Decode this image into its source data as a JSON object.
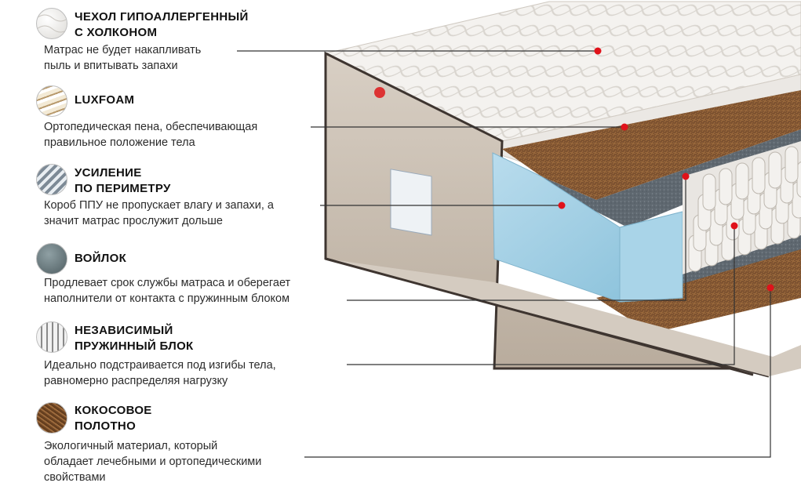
{
  "features": [
    {
      "id": "cover",
      "icon": "quilted-fabric-icon",
      "title": [
        "ЧЕХОЛ ГИПОАЛЛЕРГЕННЫЙ",
        "С ХОЛКОНОМ"
      ],
      "desc": [
        "Матрас не будет накапливать",
        "пыль и впитывать запахи"
      ]
    },
    {
      "id": "luxfoam",
      "icon": "foam-layers-icon",
      "title": [
        "LUXFOAM"
      ],
      "desc": [
        "Ортопедическая пена, обеспечивающая",
        "правильное положение тела"
      ]
    },
    {
      "id": "perimeter",
      "icon": "perimeter-frame-icon",
      "title": [
        "УСИЛЕНИЕ",
        "ПО ПЕРИМЕТРУ"
      ],
      "desc": [
        "Короб ППУ не пропускает влагу и запахи, а",
        "значит матрас прослужит дольше"
      ]
    },
    {
      "id": "felt",
      "icon": "felt-icon",
      "title": [
        "ВОЙЛОК"
      ],
      "desc": [
        "Продлевает срок службы матраса  и оберегает",
        "наполнители от контакта с пружинным блоком"
      ]
    },
    {
      "id": "springs",
      "icon": "spring-block-icon",
      "title": [
        "НЕЗАВИСИМЫЙ",
        "ПРУЖИННЫЙ БЛОК"
      ],
      "desc": [
        "Идеально подстраивается под изгибы тела,",
        "равномерно распределяя нагрузку"
      ]
    },
    {
      "id": "coconut",
      "icon": "coconut-fiber-icon",
      "title": [
        "КОКОСОВОЕ",
        "ПОЛОТНО"
      ],
      "desc": [
        "Экологичный материал, который",
        "обладает лечебными и ортопедическими",
        "свойствами"
      ]
    }
  ],
  "colors": {
    "marker": "#e0121a",
    "leader": "#333333",
    "coconut": "#7a4f2a",
    "foam_blue": "#9fcde3",
    "felt": "#5c6670",
    "cover": "#f1efec",
    "side": "#c9bfb3"
  }
}
